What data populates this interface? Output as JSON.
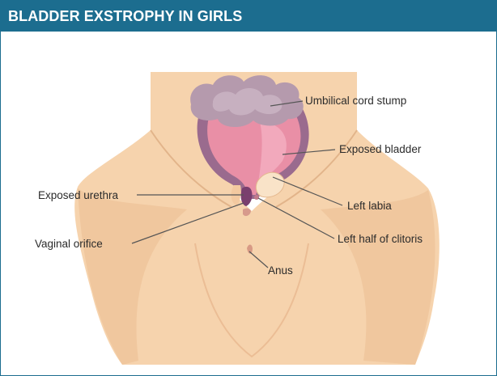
{
  "header": {
    "title": "BLADDER EXSTROPHY IN GIRLS"
  },
  "labels": {
    "umbilical_cord_stump": "Umbilical cord stump",
    "exposed_bladder": "Exposed bladder",
    "exposed_urethra": "Exposed urethra",
    "left_labia": "Left labia",
    "vaginal_orifice": "Vaginal orifice",
    "left_half_of_clitoris": "Left half of clitoris",
    "anus": "Anus"
  },
  "colors": {
    "header_background": "#1c6d8f",
    "skin": "#f6d3ad",
    "skin_shadow": "#ebbd92",
    "bladder": "#e98fa6",
    "cord_stump": "#b59aad"
  }
}
